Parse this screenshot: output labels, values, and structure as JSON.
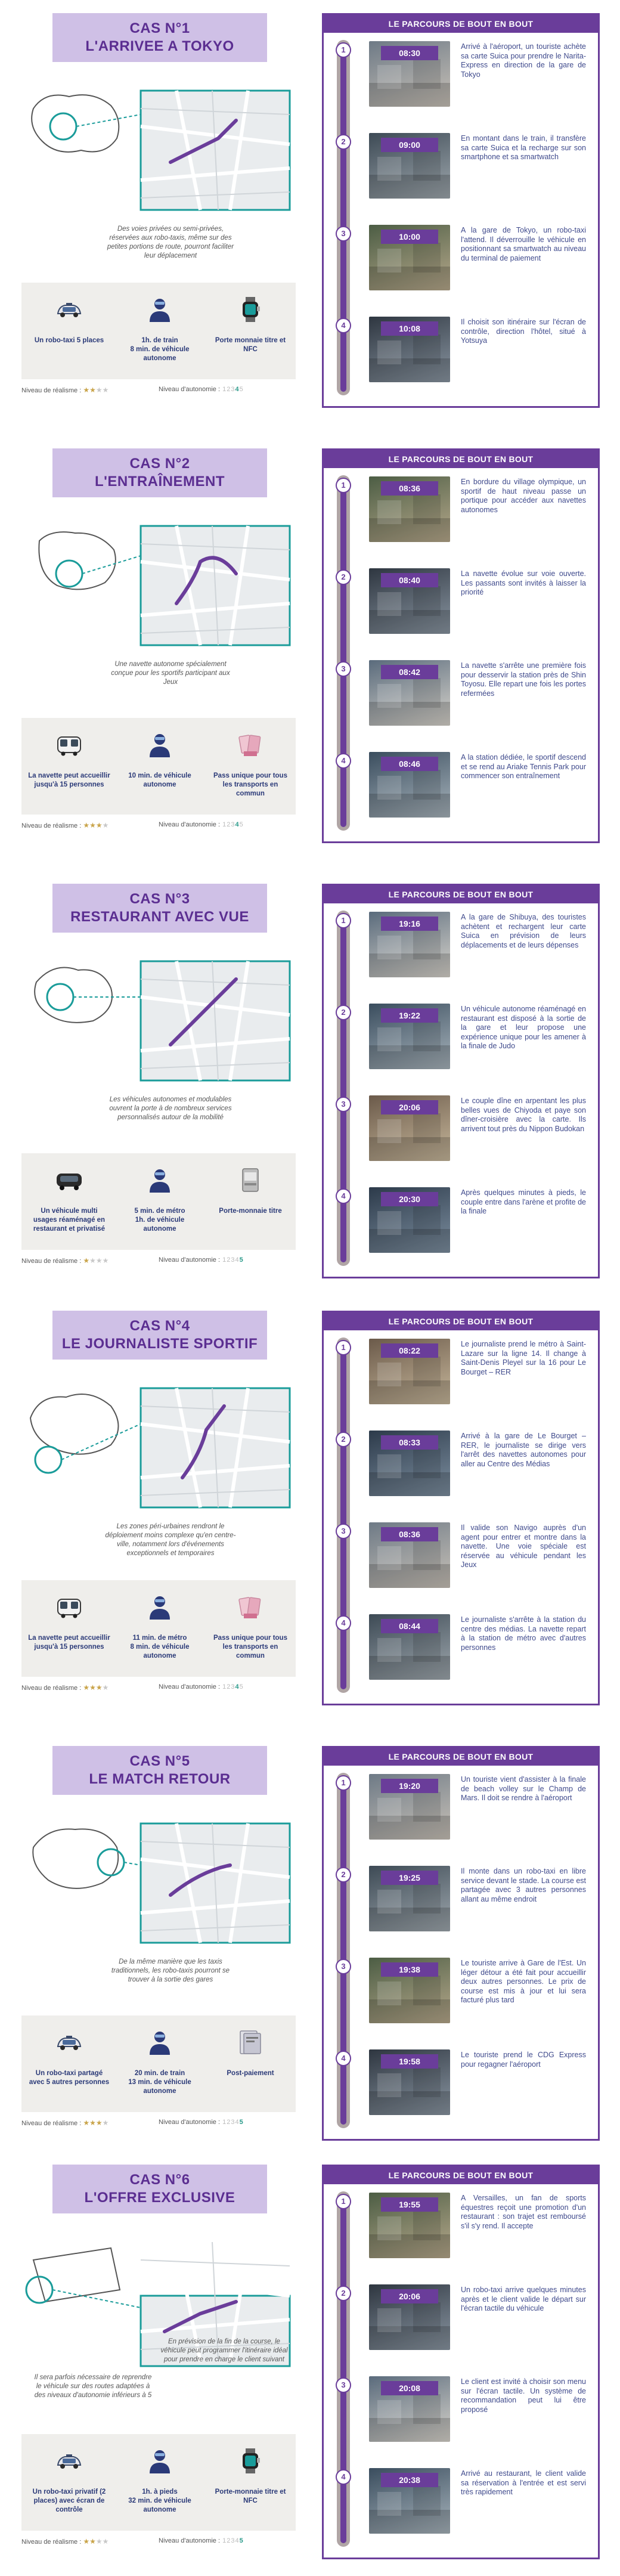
{
  "labels": {
    "panel_head": "LE PARCOURS DE BOUT EN BOUT",
    "realism": "Niveau de réalisme :",
    "autonomy": "Niveau d'autonomie :"
  },
  "colors": {
    "purple": "#6a3d9a",
    "lavender": "#cfc0e6",
    "teal": "#1a9c9a",
    "navy": "#2b3a78",
    "star": "#c9a44a"
  },
  "cases": [
    {
      "title_line1": "CAS N°1",
      "title_line2": "L'ARRIVEE A TOKYO",
      "caption": "Des voies privées ou semi-privées, réservées aux robo-taxis, même sur des petites portions de route, pourront faciliter leur déplacement",
      "features": [
        {
          "icon": "robotaxi-icon",
          "label": "Un robo-taxi 5 places"
        },
        {
          "icon": "driver-icon",
          "label": "1h. de train\n8 min. de véhicule autonome"
        },
        {
          "icon": "smartwatch-icon",
          "label": "Porte monnaie titre et NFC"
        }
      ],
      "realism": 2,
      "autonomy": 4,
      "steps": [
        {
          "time": "08:30",
          "text": "Arrivé à l'aéroport, un touriste achète sa carte Suica pour prendre le Narita-Express en direction de la gare de Tokyo"
        },
        {
          "time": "09:00",
          "text": "En montant dans le train, il transfère sa carte Suica et la recharge sur son smartphone et sa smartwatch"
        },
        {
          "time": "10:00",
          "text": "A la gare de Tokyo, un robo-taxi l'attend. Il déverrouille le véhicule en positionnant sa smartwatch au niveau du terminal de paiement"
        },
        {
          "time": "10:08",
          "text": "Il choisit son itinéraire sur l'écran de contrôle, direction l'hôtel, situé à Yotsuya"
        }
      ]
    },
    {
      "title_line1": "CAS N°2",
      "title_line2": "L'ENTRAÎNEMENT",
      "caption": "Une navette autonome spécialement conçue pour les sportifs participant aux Jeux",
      "features": [
        {
          "icon": "shuttle-icon",
          "label": "La navette peut accueillir jusqu'à 15 personnes"
        },
        {
          "icon": "driver-icon",
          "label": "10 min. de véhicule autonome"
        },
        {
          "icon": "pass-icon",
          "label": "Pass unique pour tous les transports en commun"
        }
      ],
      "realism": 3,
      "autonomy": 4,
      "steps": [
        {
          "time": "08:36",
          "text": "En bordure du village olympique, un sportif de haut niveau passe un portique pour accéder aux navettes autonomes"
        },
        {
          "time": "08:40",
          "text": "La navette évolue sur voie ouverte. Les passants sont invités à laisser la priorité"
        },
        {
          "time": "08:42",
          "text": "La navette s'arrête une première fois pour desservir la station près de Shin Toyosu. Elle repart une fois les portes refermées"
        },
        {
          "time": "08:46",
          "text": "A la station dédiée, le sportif descend et se rend au Ariake Tennis Park pour commencer son entraînement"
        }
      ]
    },
    {
      "title_line1": "CAS N°3",
      "title_line2": "RESTAURANT AVEC VUE",
      "caption": "Les véhicules autonomes et modulables ouvrent la porte à de nombreux services personnalisés autour de la mobilité",
      "features": [
        {
          "icon": "van-icon",
          "label": "Un véhicule multi usages réaménagé en restaurant et privatisé"
        },
        {
          "icon": "driver-icon",
          "label": "5 min. de métro\n1h. de véhicule autonome"
        },
        {
          "icon": "wallet-icon",
          "label": "Porte-monnaie titre"
        }
      ],
      "realism": 1,
      "autonomy": 5,
      "steps": [
        {
          "time": "19:16",
          "text": "A la gare de Shibuya, des touristes achètent et rechargent leur carte Suica en prévision de leurs déplacements et de leurs dépenses"
        },
        {
          "time": "19:22",
          "text": "Un véhicule autonome réaménagé en restaurant est disposé à la sortie de la gare et leur propose une expérience unique pour les amener à la finale de Judo"
        },
        {
          "time": "20:06",
          "text": "Le couple dîne en arpentant les plus belles vues de Chiyoda et paye son dîner-croisière avec la carte. Ils arrivent tout près du Nippon Budokan"
        },
        {
          "time": "20:30",
          "text": "Après quelques minutes à pieds, le couple entre dans l'arène et profite de la finale"
        }
      ]
    },
    {
      "title_line1": "CAS N°4",
      "title_line2": "LE JOURNALISTE SPORTIF",
      "caption": "Les zones péri-urbaines rendront le déploiement moins complexe qu'en centre-ville, notamment lors d'événements exceptionnels et temporaires",
      "features": [
        {
          "icon": "shuttle-icon",
          "label": "La navette peut accueillir jusqu'à 15 personnes"
        },
        {
          "icon": "driver-icon",
          "label": "11 min. de métro\n8 min. de véhicule autonome"
        },
        {
          "icon": "pass-icon",
          "label": "Pass unique pour tous les transports en commun"
        }
      ],
      "realism": 3,
      "autonomy": 4,
      "steps": [
        {
          "time": "08:22",
          "text": "Le journaliste prend le métro à Saint-Lazare sur la ligne 14. Il change à Saint-Denis Pleyel sur la 16 pour Le Bourget – RER"
        },
        {
          "time": "08:33",
          "text": "Arrivé à la gare de Le Bourget – RER, le journaliste se dirige vers l'arrêt des navettes autonomes pour aller au Centre des Médias"
        },
        {
          "time": "08:36",
          "text": "Il valide son Navigo auprès d'un agent pour entrer et montre dans la navette. Une voie spéciale est réservée au véhicule pendant les Jeux"
        },
        {
          "time": "08:44",
          "text": "Le journaliste s'arrête à la station du centre des médias. La navette repart à la station de métro avec d'autres personnes"
        }
      ]
    },
    {
      "title_line1": "CAS N°5",
      "title_line2": "LE MATCH RETOUR",
      "caption": "De la même manière que les taxis traditionnels, les robo-taxis pourront se trouver à la sortie des gares",
      "features": [
        {
          "icon": "robotaxi-icon",
          "label": "Un robo-taxi partagé avec 5 autres personnes"
        },
        {
          "icon": "driver-icon",
          "label": "20 min. de train\n13 min. de véhicule autonome"
        },
        {
          "icon": "card-icon",
          "label": "Post-paiement"
        }
      ],
      "realism": 3,
      "autonomy": 5,
      "steps": [
        {
          "time": "19:20",
          "text": "Un touriste vient d'assister à la finale de beach volley sur le Champ de Mars. Il doit se rendre à l'aéroport"
        },
        {
          "time": "19:25",
          "text": "Il monte dans un robo-taxi en libre service devant le stade. La course est partagée avec 3 autres personnes allant au même endroit"
        },
        {
          "time": "19:38",
          "text": "Le touriste arrive à Gare de l'Est. Un léger détour a été fait pour accueillir deux autres personnes. Le prix de course est mis à jour et lui sera facturé plus tard"
        },
        {
          "time": "19:58",
          "text": "Le touriste prend le CDG Express pour regagner l'aéroport"
        }
      ]
    },
    {
      "title_line1": "CAS N°6",
      "title_line2": "L'OFFRE EXCLUSIVE",
      "caption": "En prévision de la fin de la course, le véhicule peut programmer l'itinéraire idéal pour prendre en charge le client suivant",
      "caption2": "Il sera parfois nécessaire de reprendre le véhicule sur des routes adaptées à des niveaux d'autonomie inférieurs à 5",
      "features": [
        {
          "icon": "robotaxi-icon",
          "label": "Un robo-taxi privatif (2 places) avec écran de contrôle"
        },
        {
          "icon": "driver-icon",
          "label": "1h. à pieds\n32 min. de véhicule autonome"
        },
        {
          "icon": "smartwatch-icon",
          "label": "Porte-monnaie titre et NFC"
        }
      ],
      "realism": 2,
      "autonomy": 5,
      "steps": [
        {
          "time": "19:55",
          "text": "A Versailles, un fan de sports équestres reçoit une promotion d'un restaurant : son trajet est remboursé s'il s'y rend. Il accepte"
        },
        {
          "time": "20:06",
          "text": "Un robo-taxi arrive quelques minutes après et le client valide le départ sur l'écran tactile du véhicule"
        },
        {
          "time": "20:08",
          "text": "Le client est invité à choisir son menu sur l'écran tactile. Un système de recommandation peut lui être proposé"
        },
        {
          "time": "20:38",
          "text": "Arrivé au restaurant, le client valide sa réservation à l'entrée et est servi très rapidement"
        }
      ]
    }
  ]
}
